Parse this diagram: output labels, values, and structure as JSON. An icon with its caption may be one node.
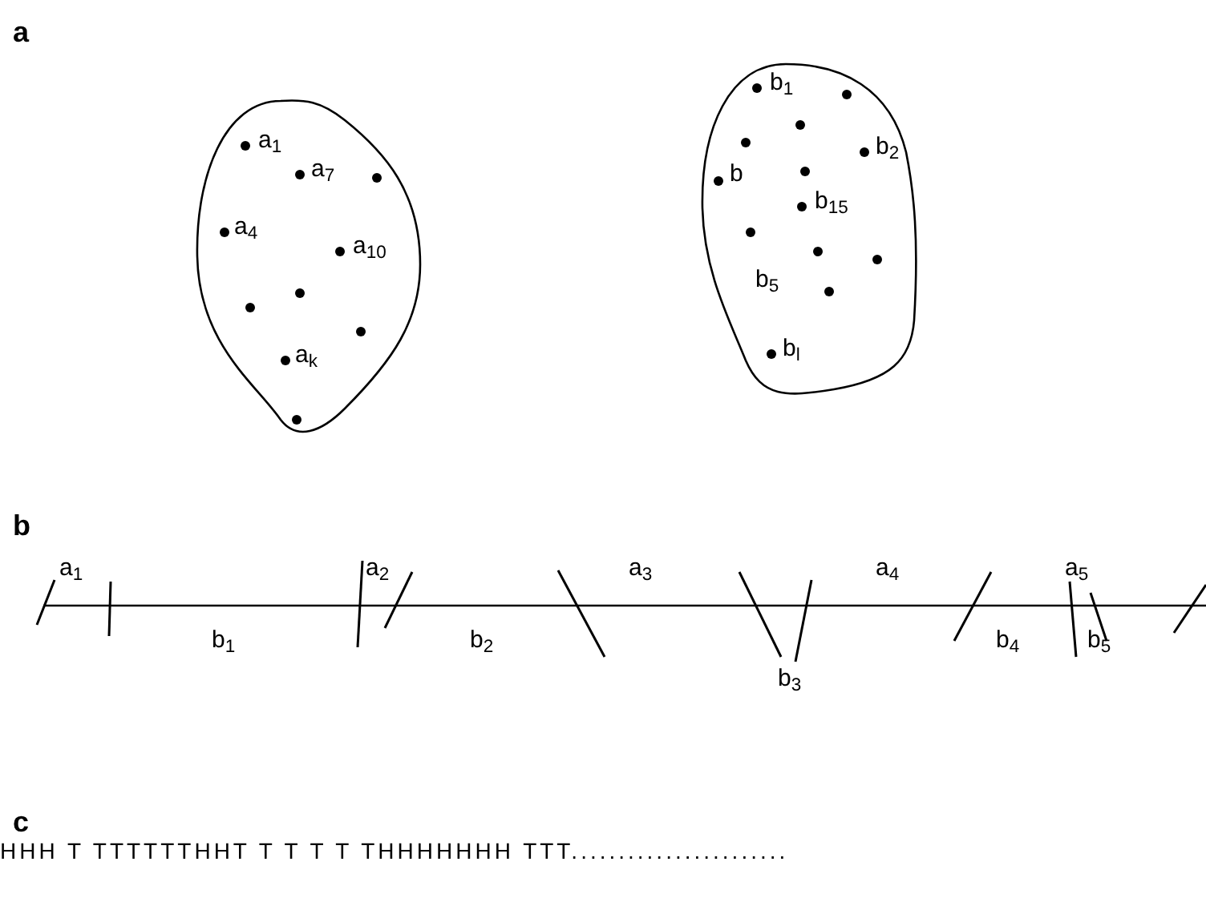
{
  "diagram": {
    "nodes": [
      {
        "text": [
          "a$_{1}$",
          "a$_{7}$",
          "a$_{4}$",
          "a$_{10}$",
          "a$_{k}$"
        ]
      },
      {
        "text": [
          "b$_{1}$",
          "b$_{2}$",
          "b",
          "b$_{15}$",
          "b$_{5}$",
          "b$_{l}$"
        ]
      }
    ],
    "edges": [],
    "labels": [
      "a",
      "b",
      "a$_{1}$",
      "a$_{2}$",
      "a$_{3}$",
      "a$_{4}$",
      "a$_{5}$",
      "b$_{1}$",
      "b$_{2}$",
      "b$_{4}$",
      "b$_{5}$",
      "b$_{3}$",
      "c",
      "HHH T TTTTTTHHT T T T T THHHHHHH TTT......................."
    ]
  }
}
